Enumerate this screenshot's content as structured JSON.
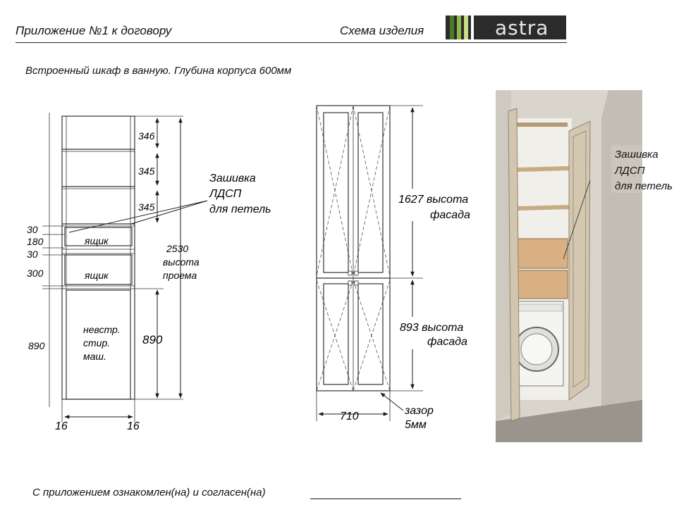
{
  "header": {
    "left_title": "Приложение №1 к договору",
    "right_title": "Схема изделия",
    "logo_text": "astra",
    "logo_bar_colors": [
      "#4c7a2b",
      "#8fb94a",
      "#c9dd86"
    ]
  },
  "subtitle": "Встроенный шкаф в ванную. Глубина корпуса 600мм",
  "left_drawing": {
    "shelf_heights": [
      "346",
      "345",
      "345"
    ],
    "left_dims": [
      "30",
      "180",
      "30",
      "300"
    ],
    "drawer_labels": [
      "ящик",
      "ящик"
    ],
    "washer_label_lines": [
      "невстр.",
      "стир.",
      "маш."
    ],
    "bottom_left_dim": "890",
    "washer_dim": "890",
    "opening_dim_lines": [
      "2530",
      "высота",
      "проема"
    ],
    "side_thickness_left": "16",
    "side_thickness_right": "16"
  },
  "callout": {
    "lines": [
      "Зашивка",
      "ЛДСП",
      "для петель"
    ]
  },
  "front_drawing": {
    "upper_dim_lines": [
      "1627 высота",
      "фасада"
    ],
    "lower_dim_lines": [
      "893 высота",
      "фасада"
    ],
    "width_dim": "710",
    "gap_lines": [
      "зазор",
      "5мм"
    ]
  },
  "photo_callout": {
    "lines": [
      "Зашивка",
      "ЛДСП",
      "для петель"
    ]
  },
  "footer": {
    "agreement_text": "С приложением ознакомлен(на) и согласен(на)"
  }
}
